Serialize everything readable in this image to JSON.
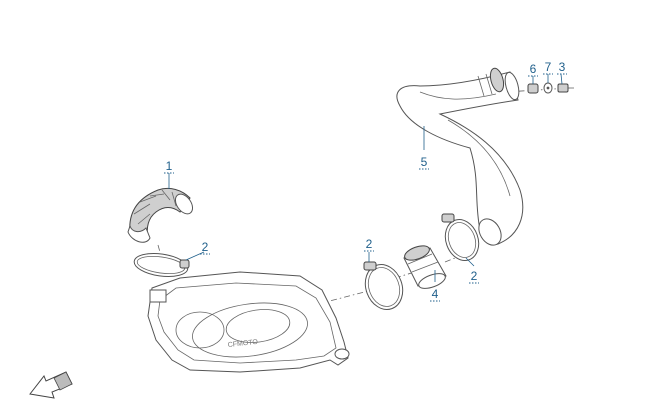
{
  "callouts": {
    "c1": "1",
    "c2a": "2",
    "c2b": "2",
    "c2c": "2",
    "c3": "3",
    "c4": "4",
    "c5": "5",
    "c6": "6",
    "c7": "7"
  },
  "colors": {
    "callout": "#1f5f8b",
    "line": "#555555"
  },
  "icons": {
    "front": "front-direction-arrow-icon"
  }
}
